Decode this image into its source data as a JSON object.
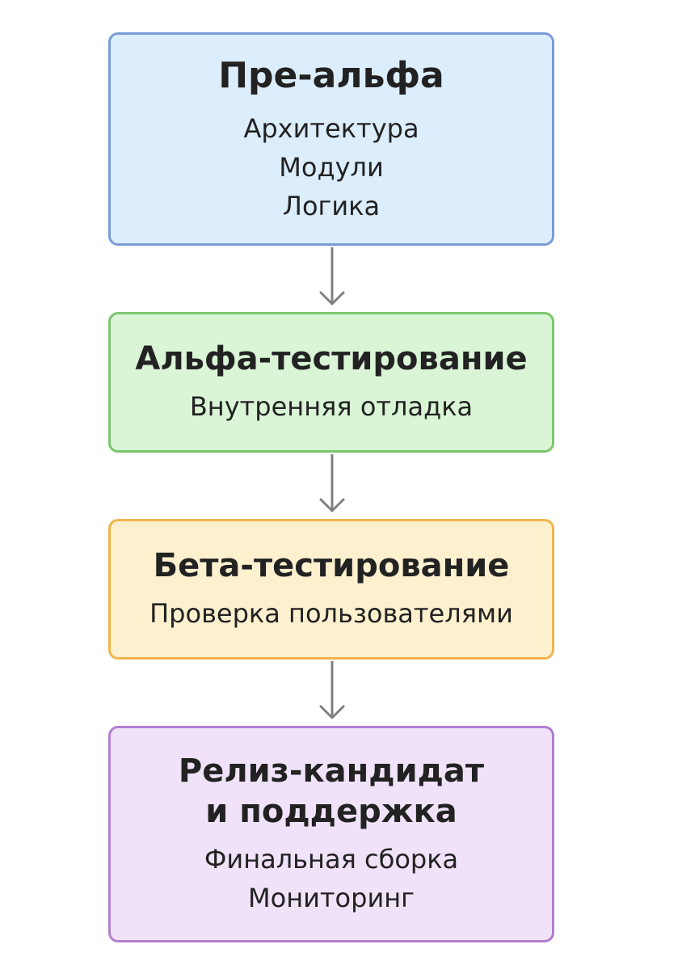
{
  "stages": [
    {
      "title": "Пре-альфа",
      "lines": [
        "Архитектура",
        "Модули",
        "Логика"
      ],
      "border_color": "#7a9bd8",
      "fill_color": "#dcedfc"
    },
    {
      "title": "Альфа-тестирование",
      "lines": [
        "Внутренняя отладка"
      ],
      "border_color": "#7cc66e",
      "fill_color": "#d9f5d6"
    },
    {
      "title": "Бета-тестирование",
      "lines": [
        "Проверка пользователями"
      ],
      "border_color": "#f1b44c",
      "fill_color": "#fdf0cf"
    },
    {
      "title": "Релиз-кандидат\nи поддержка",
      "lines": [
        "Финальная сборка",
        "Мониторинг"
      ],
      "border_color": "#b07fcf",
      "fill_color": "#f0e2f8"
    }
  ],
  "arrow_color": "#808080"
}
